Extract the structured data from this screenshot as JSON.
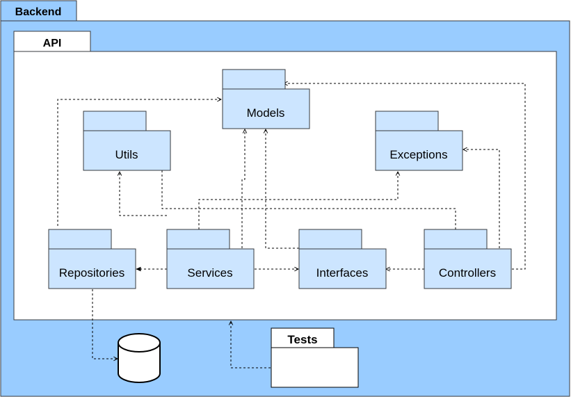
{
  "diagram": {
    "backend": {
      "label": "Backend"
    },
    "api": {
      "label": "API"
    },
    "tests": {
      "label": "Tests"
    },
    "packages": {
      "models": "Models",
      "utils": "Utils",
      "exceptions": "Exceptions",
      "repositories": "Repositories",
      "services": "Services",
      "interfaces": "Interfaces",
      "controllers": "Controllers"
    },
    "colors": {
      "backend_fill": "#99ccff",
      "package_fill": "#cce5ff",
      "api_fill": "#ffffff",
      "stroke": "#36393d"
    }
  }
}
